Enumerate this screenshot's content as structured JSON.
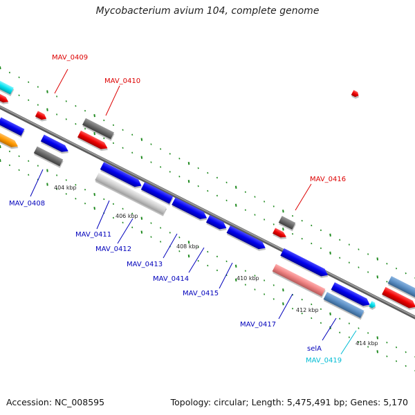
{
  "title": "Mycobacterium avium 104, complete genome",
  "footer": {
    "accession": "Accession: NC_008595",
    "summary": "Topology: circular; Length: 5,475,491 bp; Genes: 5,170"
  },
  "colors": {
    "backbone": "#888888",
    "tick": "#1f8a1f",
    "blue": "#0000ee",
    "red": "#ee0000",
    "gray": "#666666",
    "lightgray": "#c8c8c8",
    "pink": "#ee8080",
    "steel": "#5a8ec4",
    "cyan": "#00e0ee",
    "orange": "#ff9900",
    "label_red": "#dd0000",
    "label_blue": "#0000bb",
    "label_cyan": "#00bcd4"
  },
  "kbp_labels": [
    "404 kbp",
    "406 kbp",
    "408 kbp",
    "410 kbp",
    "412 kbp",
    "414 kbp"
  ],
  "gene_labels": {
    "mav_0409": "MAV_0409",
    "mav_0410": "MAV_0410",
    "mav_0416": "MAV_0416",
    "mav_0408": "MAV_0408",
    "mav_0411": "MAV_0411",
    "mav_0412": "MAV_0412",
    "mav_0413": "MAV_0413",
    "mav_0414": "MAV_0414",
    "mav_0415": "MAV_0415",
    "mav_0417": "MAV_0417",
    "sela": "selA",
    "mav_0419": "MAV_0419"
  }
}
